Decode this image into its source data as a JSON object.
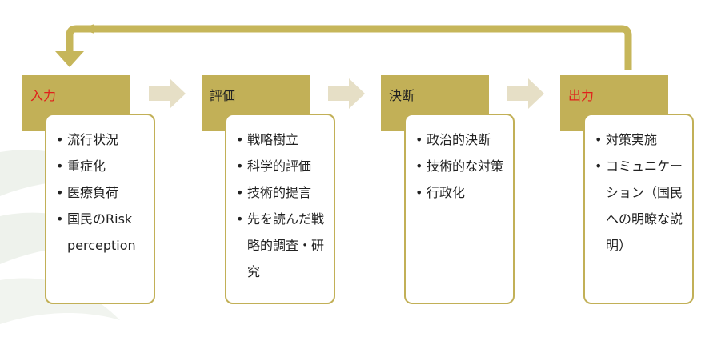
{
  "colors": {
    "stage": "#c2b057",
    "arrow": "#c6b65a",
    "flow_arrow": "#e6dfc6",
    "highlight_text": "#e0201b",
    "swirl": "#e9eee6"
  },
  "stages": [
    {
      "title": "入力",
      "items": [
        "流行状況",
        "重症化",
        "医療負荷",
        "国民のRisk perception"
      ]
    },
    {
      "title": "評価",
      "items": [
        "戦略樹立",
        "科学的評価",
        "技術的提言",
        "先を読んだ戦略的調査・研究"
      ]
    },
    {
      "title": "決断",
      "items": [
        "政治的決断",
        "技術的な対策",
        "行政化"
      ]
    },
    {
      "title": "出力",
      "items": [
        "対策実施",
        "コミュニケーション（国民への明瞭な説明）"
      ]
    }
  ]
}
